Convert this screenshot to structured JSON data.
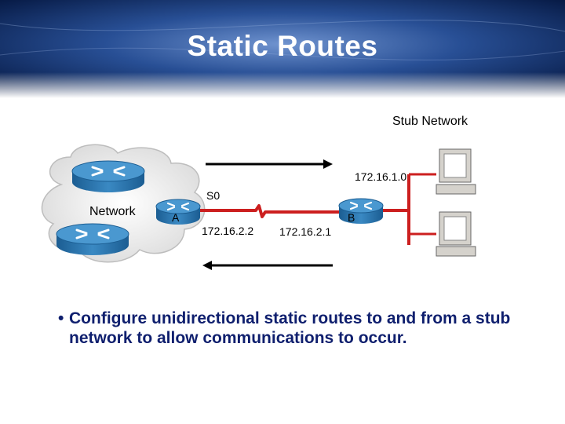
{
  "slide": {
    "title": "Static Routes",
    "bullet": "Configure unidirectional static routes to and from a stub network to allow communications to occur."
  },
  "diagram": {
    "stub_network_label": "Stub Network",
    "network_label": "Network",
    "router_a_label": "A",
    "router_b_label": "B",
    "interface_label": "S0",
    "stub_ip": "172.16.1.0",
    "link_ip_a": "172.16.2.2",
    "link_ip_b": "172.16.2.1"
  },
  "colors": {
    "banner_dark": "#04163f",
    "banner_light": "#5d84c4",
    "router_blue": "#2f7cb6",
    "link_red": "#cc1f1f",
    "bullet_text": "#0f1f6e"
  }
}
